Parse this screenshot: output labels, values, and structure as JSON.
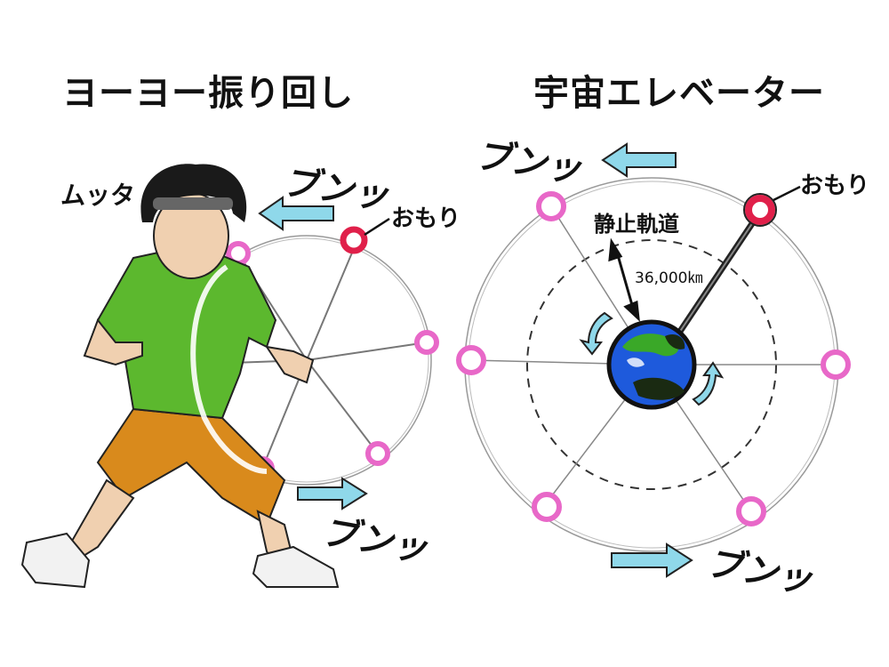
{
  "left_panel": {
    "title": "ヨーヨー振り回し",
    "character_label": "ムッタ",
    "weight_label": "おもり",
    "sfx_top": "ブンッ",
    "sfx_bottom": "ブンッ"
  },
  "right_panel": {
    "title": "宇宙エレベーター",
    "weight_label": "おもり",
    "orbit_label": "静止軌道",
    "distance_label": "36,000㎞",
    "sfx_top": "ブンッ",
    "sfx_bottom": "ブンッ"
  },
  "colors": {
    "ball_pink": "#e868c8",
    "weight_red": "#e0204a",
    "arrow_blue": "#8fd8ea",
    "shirt_green": "#5cb82e",
    "shorts_orange": "#d98a1c",
    "earth_blue": "#1e5adc",
    "earth_green": "#3aa828"
  }
}
